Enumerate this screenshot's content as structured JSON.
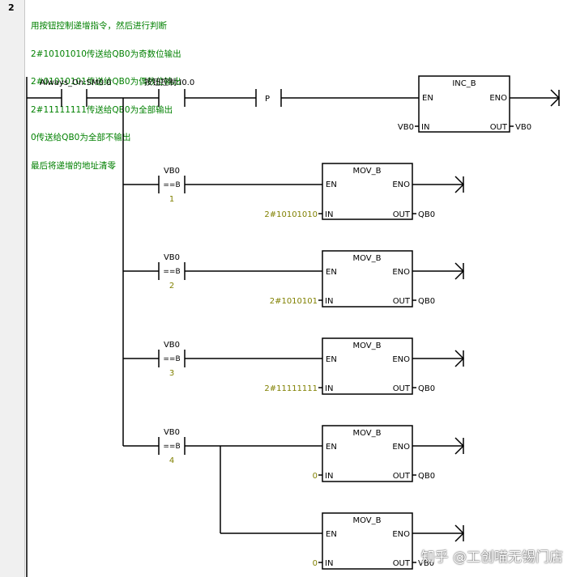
{
  "network": {
    "number": "2",
    "comment_lines": [
      "用按钮控制递增指令，然后进行判断",
      "2#10101010传送给QB0为奇数位输出",
      "2#01010101传送给QB0为偶数位输出",
      "2#11111111传送给QB0为全部输出",
      "0传送给QB0为全部不输出",
      "最后将递增的地址清零"
    ]
  },
  "rung": {
    "contact1_label": "Always_On:SM0.0",
    "contact2_label": "按钮控制:I0.0",
    "edge_label": "P",
    "inc_box": {
      "title": "INC_B",
      "en": "EN",
      "eno": "ENO",
      "in_pin": "IN",
      "out_pin": "OUT",
      "in_value": "VB0",
      "out_value": "VB0"
    },
    "branches": [
      {
        "compare_operand": "VB0",
        "compare_op": "==B",
        "compare_value": "1",
        "box": {
          "title": "MOV_B",
          "en": "EN",
          "eno": "ENO",
          "in_pin": "IN",
          "out_pin": "OUT",
          "in_value": "2#10101010",
          "out_value": "QB0"
        }
      },
      {
        "compare_operand": "VB0",
        "compare_op": "==B",
        "compare_value": "2",
        "box": {
          "title": "MOV_B",
          "en": "EN",
          "eno": "ENO",
          "in_pin": "IN",
          "out_pin": "OUT",
          "in_value": "2#1010101",
          "out_value": "QB0"
        }
      },
      {
        "compare_operand": "VB0",
        "compare_op": "==B",
        "compare_value": "3",
        "box": {
          "title": "MOV_B",
          "en": "EN",
          "eno": "ENO",
          "in_pin": "IN",
          "out_pin": "OUT",
          "in_value": "2#11111111",
          "out_value": "QB0"
        }
      },
      {
        "compare_operand": "VB0",
        "compare_op": "==B",
        "compare_value": "4",
        "box": {
          "title": "MOV_B",
          "en": "EN",
          "eno": "ENO",
          "in_pin": "IN",
          "out_pin": "OUT",
          "in_value": "0",
          "out_value": "QB0"
        },
        "box2": {
          "title": "MOV_B",
          "en": "EN",
          "eno": "ENO",
          "in_pin": "IN",
          "out_pin": "OUT",
          "in_value": "0",
          "out_value": "VB0"
        }
      }
    ]
  },
  "watermark": "知乎 @工创喵无锡门店",
  "colors": {
    "comment": "#008000",
    "value": "#808000",
    "wire": "#000000"
  }
}
